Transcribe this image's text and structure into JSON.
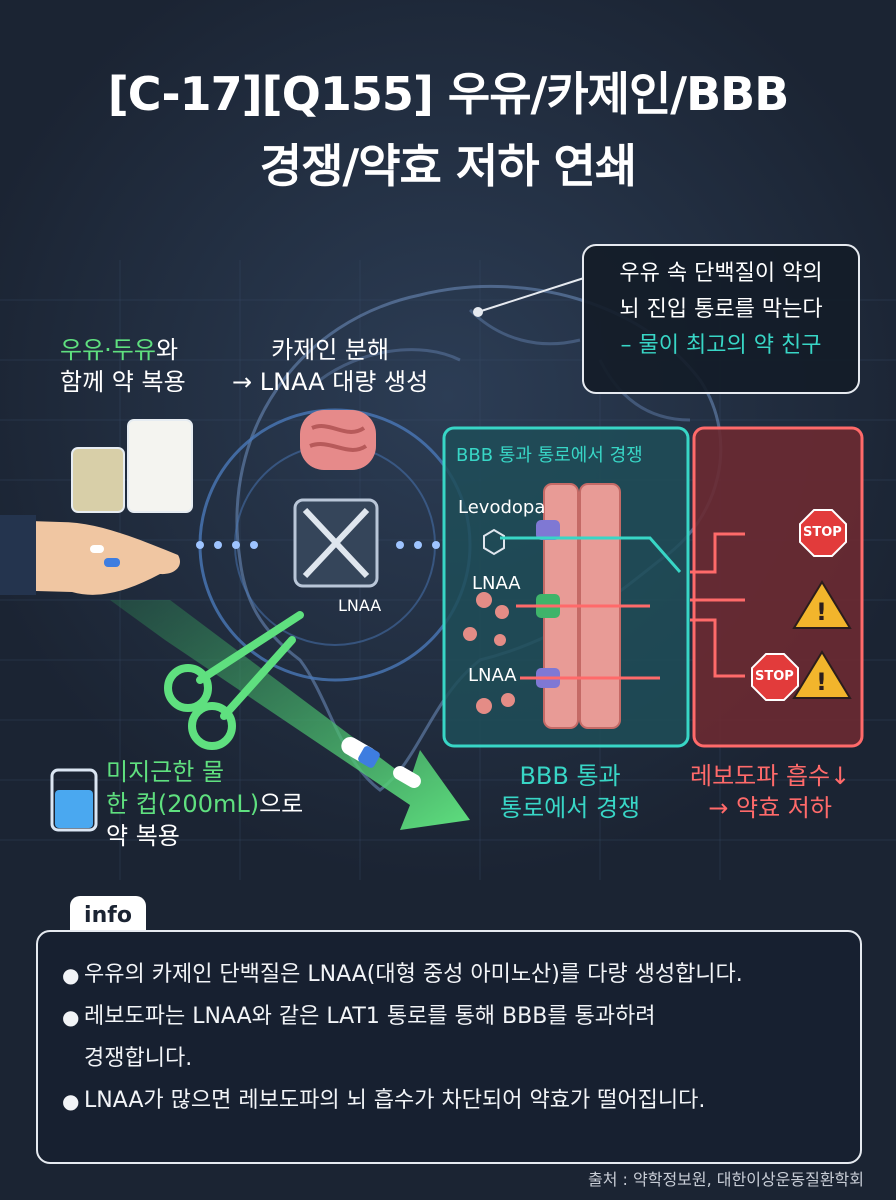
{
  "title": {
    "line1": "[C-17][Q155] 우유/카제인/BBB",
    "line2": "경쟁/약효 저하 연쇄"
  },
  "callout": {
    "line1": "우유 속 단백질이 약의",
    "line2": "뇌 진입 통로를 막는다",
    "line3": "– 물이 최고의 약 친구"
  },
  "milk_label": {
    "line1_green": "우유·두유",
    "line1_rest": "와",
    "line2": "함께 약 복용"
  },
  "casein_label": {
    "line1": "카제인 분해",
    "line2": "→ LNAA 대량 생성"
  },
  "bbb_panel": {
    "title": "BBB 통과 통로에서 경쟁",
    "levodopa": "Levodopa",
    "lnaa1": "LNAA",
    "lnaa2": "LNAA"
  },
  "hub_lnaa": "LNAA",
  "stop_text": "STOP",
  "warning_symbol": "!",
  "water_label": {
    "line1": "미지근한 물",
    "line2_green": "한 컵(200mL)",
    "line2_rest": "으로",
    "line3": "약 복용"
  },
  "bbb_bottom": {
    "line1": "BBB 통과",
    "line2": "통로에서 경쟁"
  },
  "result_label": {
    "line1": "레보도파 흡수↓",
    "line2": "→ 약효 저하"
  },
  "info": {
    "tag": "info",
    "items": [
      {
        "text": "우유의 카제인 단백질은 LNAA(대형 중성 아미노산)를 다량 생성합니다."
      },
      {
        "text": "레보도파는 LNAA와 같은 LAT1 통로를 통해 BBB를 통과하려\n경쟁합니다."
      },
      {
        "text": "LNAA가 많으면 레보도파의 뇌 흡수가 차단되어 약효가 떨어집니다."
      }
    ]
  },
  "source": "출처 : 약학정보원, 대한이상운동질환학회",
  "colors": {
    "background": "#1b2433",
    "green": "#5fe07f",
    "cyan": "#38d6c6",
    "red": "#ff6a6a",
    "panel_red": "#7a2e34"
  }
}
